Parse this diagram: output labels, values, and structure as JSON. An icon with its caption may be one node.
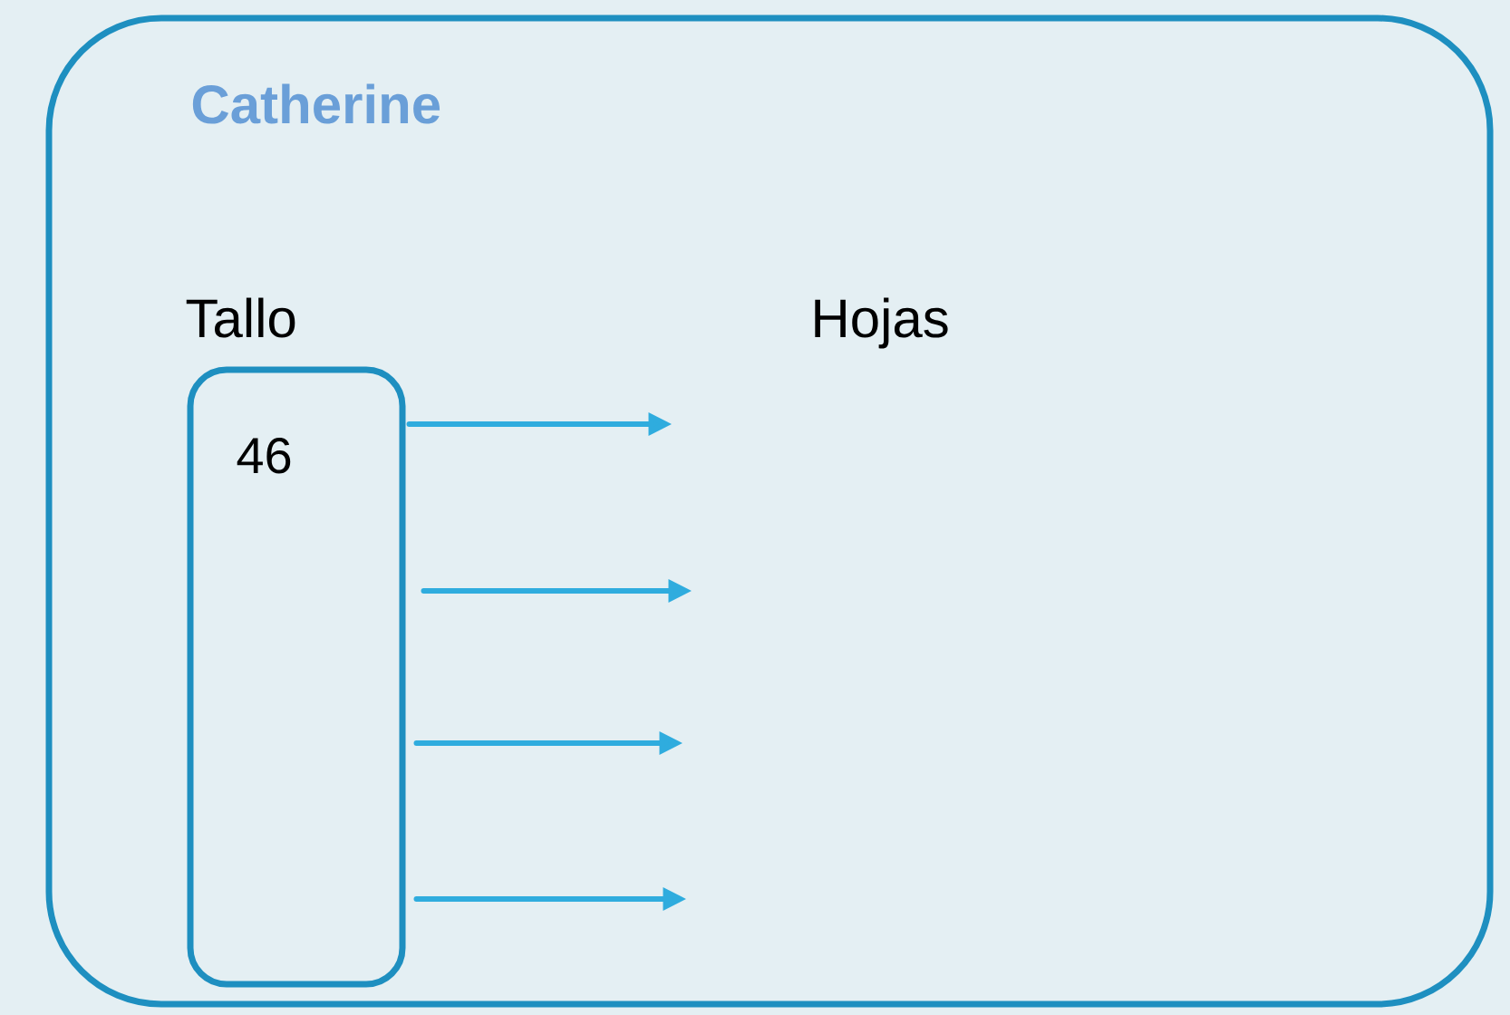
{
  "diagram": {
    "nodes": [
      {
        "text": [
          "Catherine"
        ]
      },
      {
        "text": [
          "Tallo",
          "46"
        ],
        "in": 0
      }
    ],
    "edges": [
      {
        "from": 1,
        "to": null,
        "arrow": "to"
      },
      {
        "from": 1,
        "to": null,
        "arrow": "to"
      },
      {
        "from": 1,
        "to": null,
        "arrow": "to"
      },
      {
        "from": 1,
        "to": null,
        "arrow": "to"
      }
    ],
    "labels": [
      "Hojas"
    ]
  }
}
